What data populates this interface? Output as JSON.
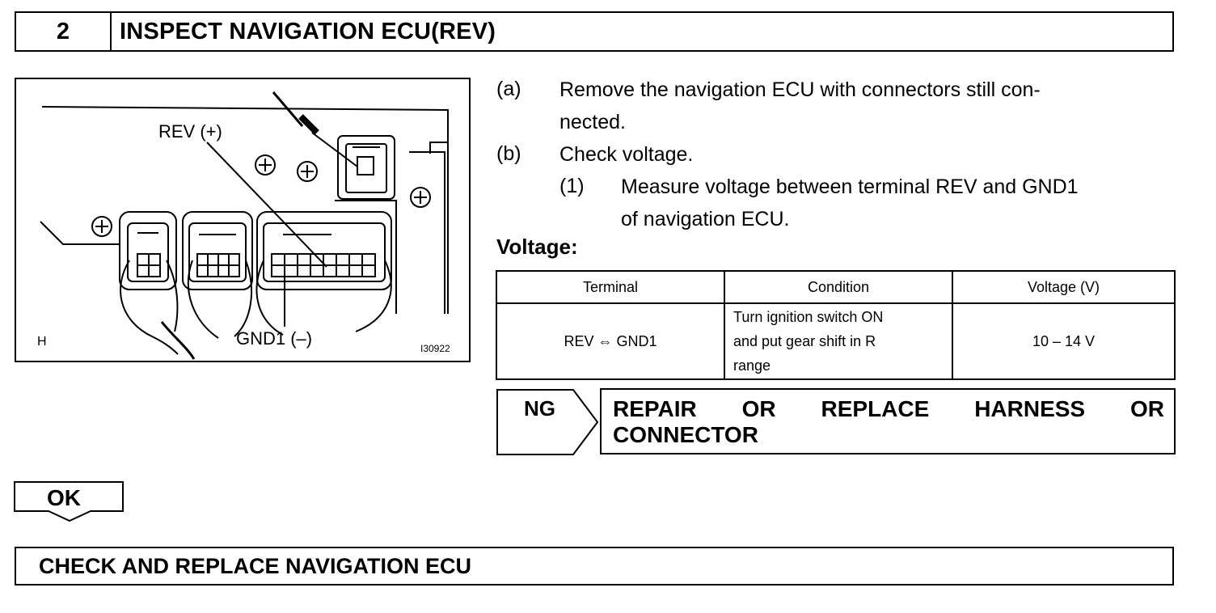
{
  "step": {
    "number": "2",
    "title": "INSPECT NAVIGATION ECU(REV)"
  },
  "figure": {
    "label_rev": "REV (+)",
    "label_gnd": "GND1 (–)",
    "corner_letter": "H",
    "figure_code": "I30922"
  },
  "instructions": {
    "a_marker": "(a)",
    "a_line1": "Remove the navigation ECU with connectors still con-",
    "a_line2": "nected.",
    "b_marker": "(b)",
    "b_text": "Check voltage.",
    "b1_marker": "(1)",
    "b1_line1": "Measure voltage between terminal REV and GND1",
    "b1_line2": "of navigation ECU."
  },
  "voltage_label": "Voltage:",
  "table": {
    "headers": [
      "Terminal",
      "Condition",
      "Voltage (V)"
    ],
    "row": {
      "terminal": "REV ⇔ GND1",
      "condition_line1": "Turn ignition switch ON",
      "condition_line2": "and put gear shift in R",
      "condition_line3": "range",
      "voltage": "10 – 14 V"
    }
  },
  "ng": {
    "label": "NG",
    "action_words": [
      "REPAIR",
      "OR",
      "REPLACE",
      "HARNESS",
      "OR"
    ],
    "action_line2": "CONNECTOR"
  },
  "ok": {
    "label": "OK"
  },
  "final_action": "CHECK AND REPLACE NAVIGATION ECU"
}
